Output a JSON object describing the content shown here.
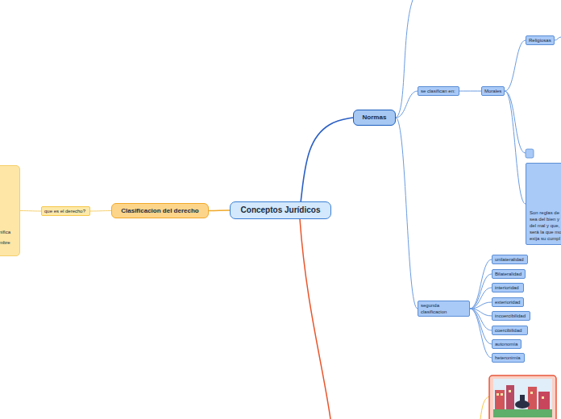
{
  "diagram": {
    "nodes": [
      {
        "text": [
          "Conceptos Jurídicos"
        ]
      },
      {
        "text": [
          "Normas"
        ]
      },
      {
        "text": [
          "se clasifican en:"
        ]
      },
      {
        "text": [
          "Morales"
        ]
      },
      {
        "text": [
          "Religiosas"
        ]
      },
      {
        "text": [
          "Son reglas de sea del bien y del mal y que, será la que mo exija su cumpl"
        ]
      },
      {
        "text": [
          "segunda clasificacion"
        ]
      },
      {
        "text": [
          "unilateralidad"
        ]
      },
      {
        "text": [
          "Bilateralidad"
        ]
      },
      {
        "text": [
          "interioridad"
        ]
      },
      {
        "text": [
          "exterioridad"
        ]
      },
      {
        "text": [
          "incoercibilidad"
        ]
      },
      {
        "text": [
          "coercibilidad"
        ]
      },
      {
        "text": [
          "autonomía"
        ]
      },
      {
        "text": [
          "heteronimía"
        ]
      },
      {
        "text": [
          "Clasificacion del derecho"
        ]
      },
      {
        "text": [
          "que es el derecho?"
        ]
      },
      {
        "text": [
          "nifica mbre"
        ]
      }
    ],
    "edges": [
      {
        "from": 0,
        "to": 1,
        "arrow": "none"
      },
      {
        "from": 1,
        "to": 2,
        "arrow": "none"
      },
      {
        "from": 2,
        "to": 3,
        "arrow": "none"
      },
      {
        "from": 3,
        "to": 4,
        "arrow": "none"
      },
      {
        "from": 3,
        "to": 5,
        "arrow": "none"
      },
      {
        "from": 1,
        "to": 6,
        "arrow": "none"
      },
      {
        "from": 6,
        "to": 7,
        "arrow": "none"
      },
      {
        "from": 6,
        "to": 8,
        "arrow": "none"
      },
      {
        "from": 6,
        "to": 9,
        "arrow": "none"
      },
      {
        "from": 6,
        "to": 10,
        "arrow": "none"
      },
      {
        "from": 6,
        "to": 11,
        "arrow": "none"
      },
      {
        "from": 6,
        "to": 12,
        "arrow": "none"
      },
      {
        "from": 6,
        "to": 13,
        "arrow": "none"
      },
      {
        "from": 6,
        "to": 14,
        "arrow": "none"
      },
      {
        "from": 0,
        "to": 15,
        "arrow": "none"
      },
      {
        "from": 15,
        "to": 16,
        "arrow": "none"
      },
      {
        "from": 16,
        "to": 17,
        "arrow": "none"
      }
    ]
  }
}
